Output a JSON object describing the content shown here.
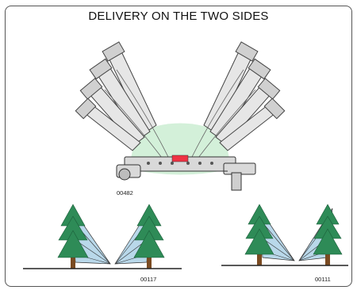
{
  "title": "DELIVERY ON THE TWO SIDES",
  "figures": {
    "machine_code": "00482",
    "trees_left_code": "00117",
    "trees_right_code": "00111"
  },
  "colors": {
    "spray": "#b9d8ea",
    "tree": "#2e8b57",
    "machine_green": "#a8e0b8"
  }
}
